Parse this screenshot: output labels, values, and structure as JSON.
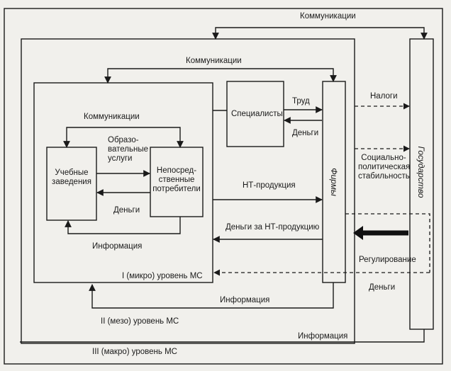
{
  "labels": {
    "comm_top": "Коммуникации",
    "comm_mid": "Коммуникации",
    "comm_inner": "Коммуникации",
    "specialists": "Специалисты",
    "labor": "Труд",
    "money_spec": "Деньги",
    "taxes": "Налоги",
    "educational_services": "Образо-\nвательные\nуслуги",
    "educational_institutions": "Учебные\nзаведения",
    "direct_consumers": "Непосред-\nственные\nпотребители",
    "money_inner": "Деньги",
    "info_inner": "Информация",
    "sci_tech_products": "НТ-продукция",
    "money_for_products": "Деньги за НТ-продукцию",
    "social_stability": "Социально-\nполитическая\nстабильность",
    "regulation": "Регулирование",
    "money_state": "Деньги",
    "firms": "Фирмы",
    "state": "Государство",
    "level_micro": "I (микро) уровень МС",
    "info_mid": "Информация",
    "level_meso": "II (мезо) уровень МС",
    "info_outer": "Информация",
    "level_macro": "III (макро) уровень МС"
  }
}
